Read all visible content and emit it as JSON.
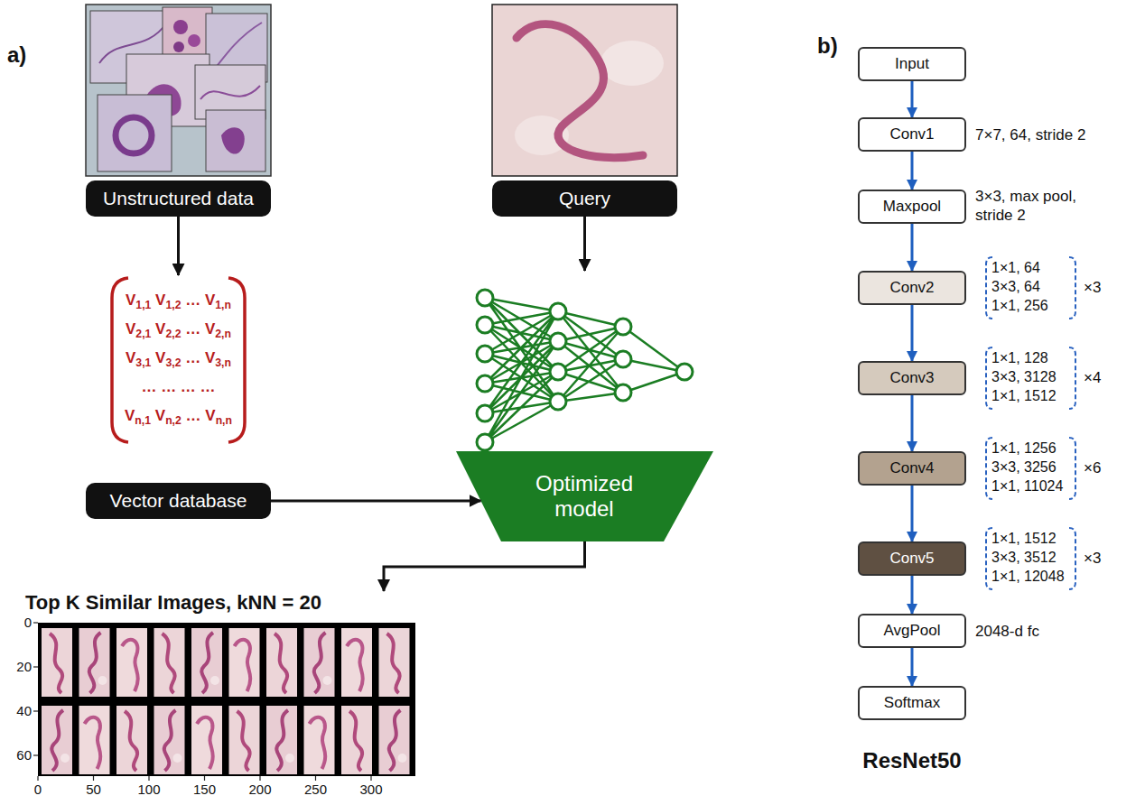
{
  "diagram": {
    "nodes": [
      {
        "text": [
          "Unstructured data"
        ]
      },
      {
        "text": [
          "V1,1 V1,2 … V1,n",
          "V2,1 V2,2 … V2,n",
          "V3,1 V3,2 … V3,n",
          "… … … …",
          "Vn,1 Vn,2 … Vn,n"
        ]
      },
      {
        "text": [
          "Vector database"
        ]
      },
      {
        "text": [
          "Query"
        ]
      },
      {
        "text": [
          "Optimized model"
        ]
      },
      {
        "text": [
          "Top K Similar Images, kNN = 20"
        ]
      },
      {
        "text": [
          "Input"
        ]
      },
      {
        "text": [
          "Conv1"
        ]
      },
      {
        "text": [
          "Maxpool"
        ]
      },
      {
        "text": [
          "Conv2"
        ]
      },
      {
        "text": [
          "Conv3"
        ]
      },
      {
        "text": [
          "Conv4"
        ]
      },
      {
        "text": [
          "Conv5"
        ]
      },
      {
        "text": [
          "AvgPool"
        ]
      },
      {
        "text": [
          "Softmax"
        ]
      }
    ],
    "edges": [
      {
        "from": 0,
        "to": 1,
        "arrow": "to"
      },
      {
        "from": 2,
        "to": 4,
        "arrow": "to"
      },
      {
        "from": 3,
        "to": 4,
        "arrow": "to"
      },
      {
        "from": 4,
        "to": 5,
        "arrow": "to"
      },
      {
        "from": 6,
        "to": 7,
        "arrow": "to"
      },
      {
        "from": 7,
        "to": 8,
        "arrow": "to"
      },
      {
        "from": 8,
        "to": 9,
        "arrow": "to"
      },
      {
        "from": 9,
        "to": 10,
        "arrow": "to"
      },
      {
        "from": 10,
        "to": 11,
        "arrow": "to"
      },
      {
        "from": 11,
        "to": 12,
        "arrow": "to"
      },
      {
        "from": 12,
        "to": 13,
        "arrow": "to"
      },
      {
        "from": 13,
        "to": 14,
        "arrow": "to"
      }
    ],
    "labels": [
      "a)",
      "b)",
      "7×7, 64, stride 2",
      "3×3, max pool, stride 2",
      "1×1, 64",
      "3×3, 64",
      "1×1, 256",
      "×3",
      "1×1, 128",
      "3×3, 3128",
      "1×1, 1512",
      "×4",
      "1×1, 1256",
      "3×3, 3256",
      "1×1, 11024",
      "×6",
      "1×1, 1512",
      "3×3, 3512",
      "1×1, 12048",
      "×3",
      "2048-d fc",
      "ResNet50",
      "0",
      "20",
      "40",
      "60",
      "0",
      "50",
      "100",
      "150",
      "200",
      "250",
      "300"
    ]
  }
}
